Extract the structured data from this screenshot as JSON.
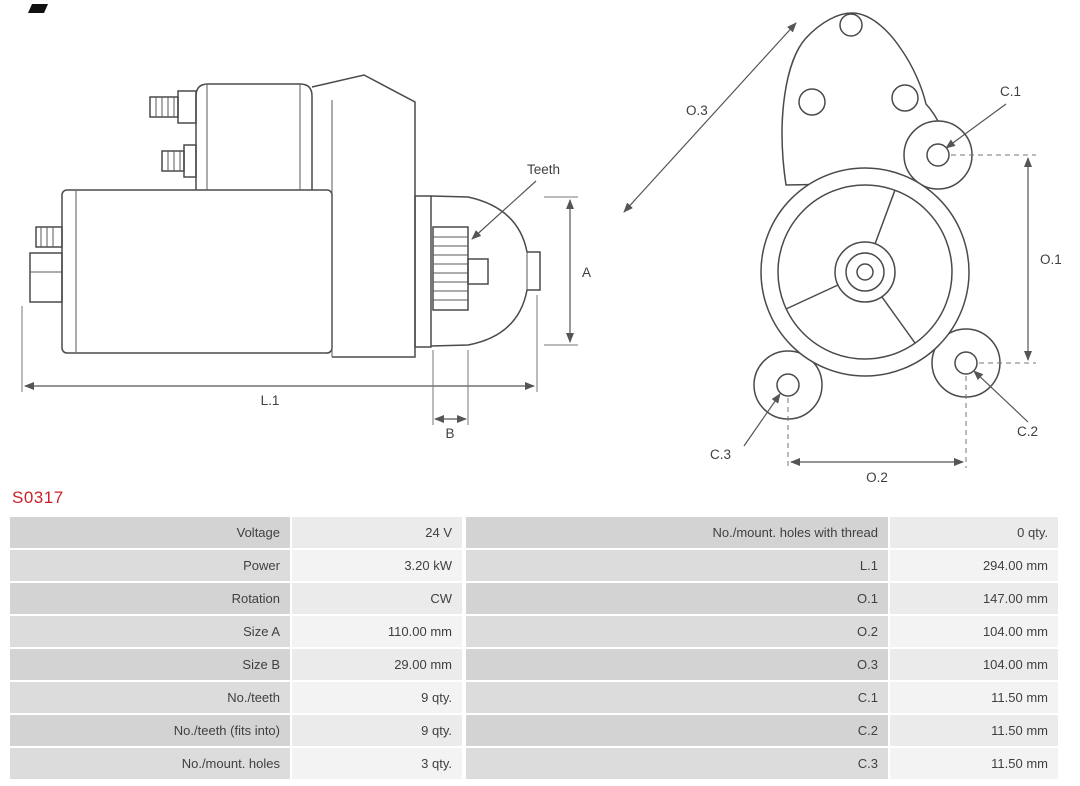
{
  "part_number": "S0317",
  "colors": {
    "part_number_red": "#cc2127",
    "table_label_bg": "#d3d3d3",
    "table_value_bg": "#ebebeb",
    "drawing_line": "#4a4a4a"
  },
  "drawing": {
    "labels": {
      "teeth": "Teeth",
      "a": "A",
      "l1": "L.1",
      "b": "B",
      "o1": "O.1",
      "o2": "O.2",
      "o3": "O.3",
      "c1": "C.1",
      "c2": "C.2",
      "c3": "C.3"
    }
  },
  "table": {
    "left": [
      {
        "label": "Voltage",
        "value": "24 V"
      },
      {
        "label": "Power",
        "value": "3.20 kW"
      },
      {
        "label": "Rotation",
        "value": "CW"
      },
      {
        "label": "Size A",
        "value": "110.00 mm"
      },
      {
        "label": "Size B",
        "value": "29.00 mm"
      },
      {
        "label": "No./teeth",
        "value": "9 qty."
      },
      {
        "label": "No./teeth (fits into)",
        "value": "9 qty."
      },
      {
        "label": "No./mount. holes",
        "value": "3 qty."
      }
    ],
    "right": [
      {
        "label": "No./mount. holes with thread",
        "value": "0 qty."
      },
      {
        "label": "L.1",
        "value": "294.00 mm"
      },
      {
        "label": "O.1",
        "value": "147.00 mm"
      },
      {
        "label": "O.2",
        "value": "104.00 mm"
      },
      {
        "label": "O.3",
        "value": "104.00 mm"
      },
      {
        "label": "C.1",
        "value": "11.50 mm"
      },
      {
        "label": "C.2",
        "value": "11.50 mm"
      },
      {
        "label": "C.3",
        "value": "11.50 mm"
      }
    ]
  }
}
